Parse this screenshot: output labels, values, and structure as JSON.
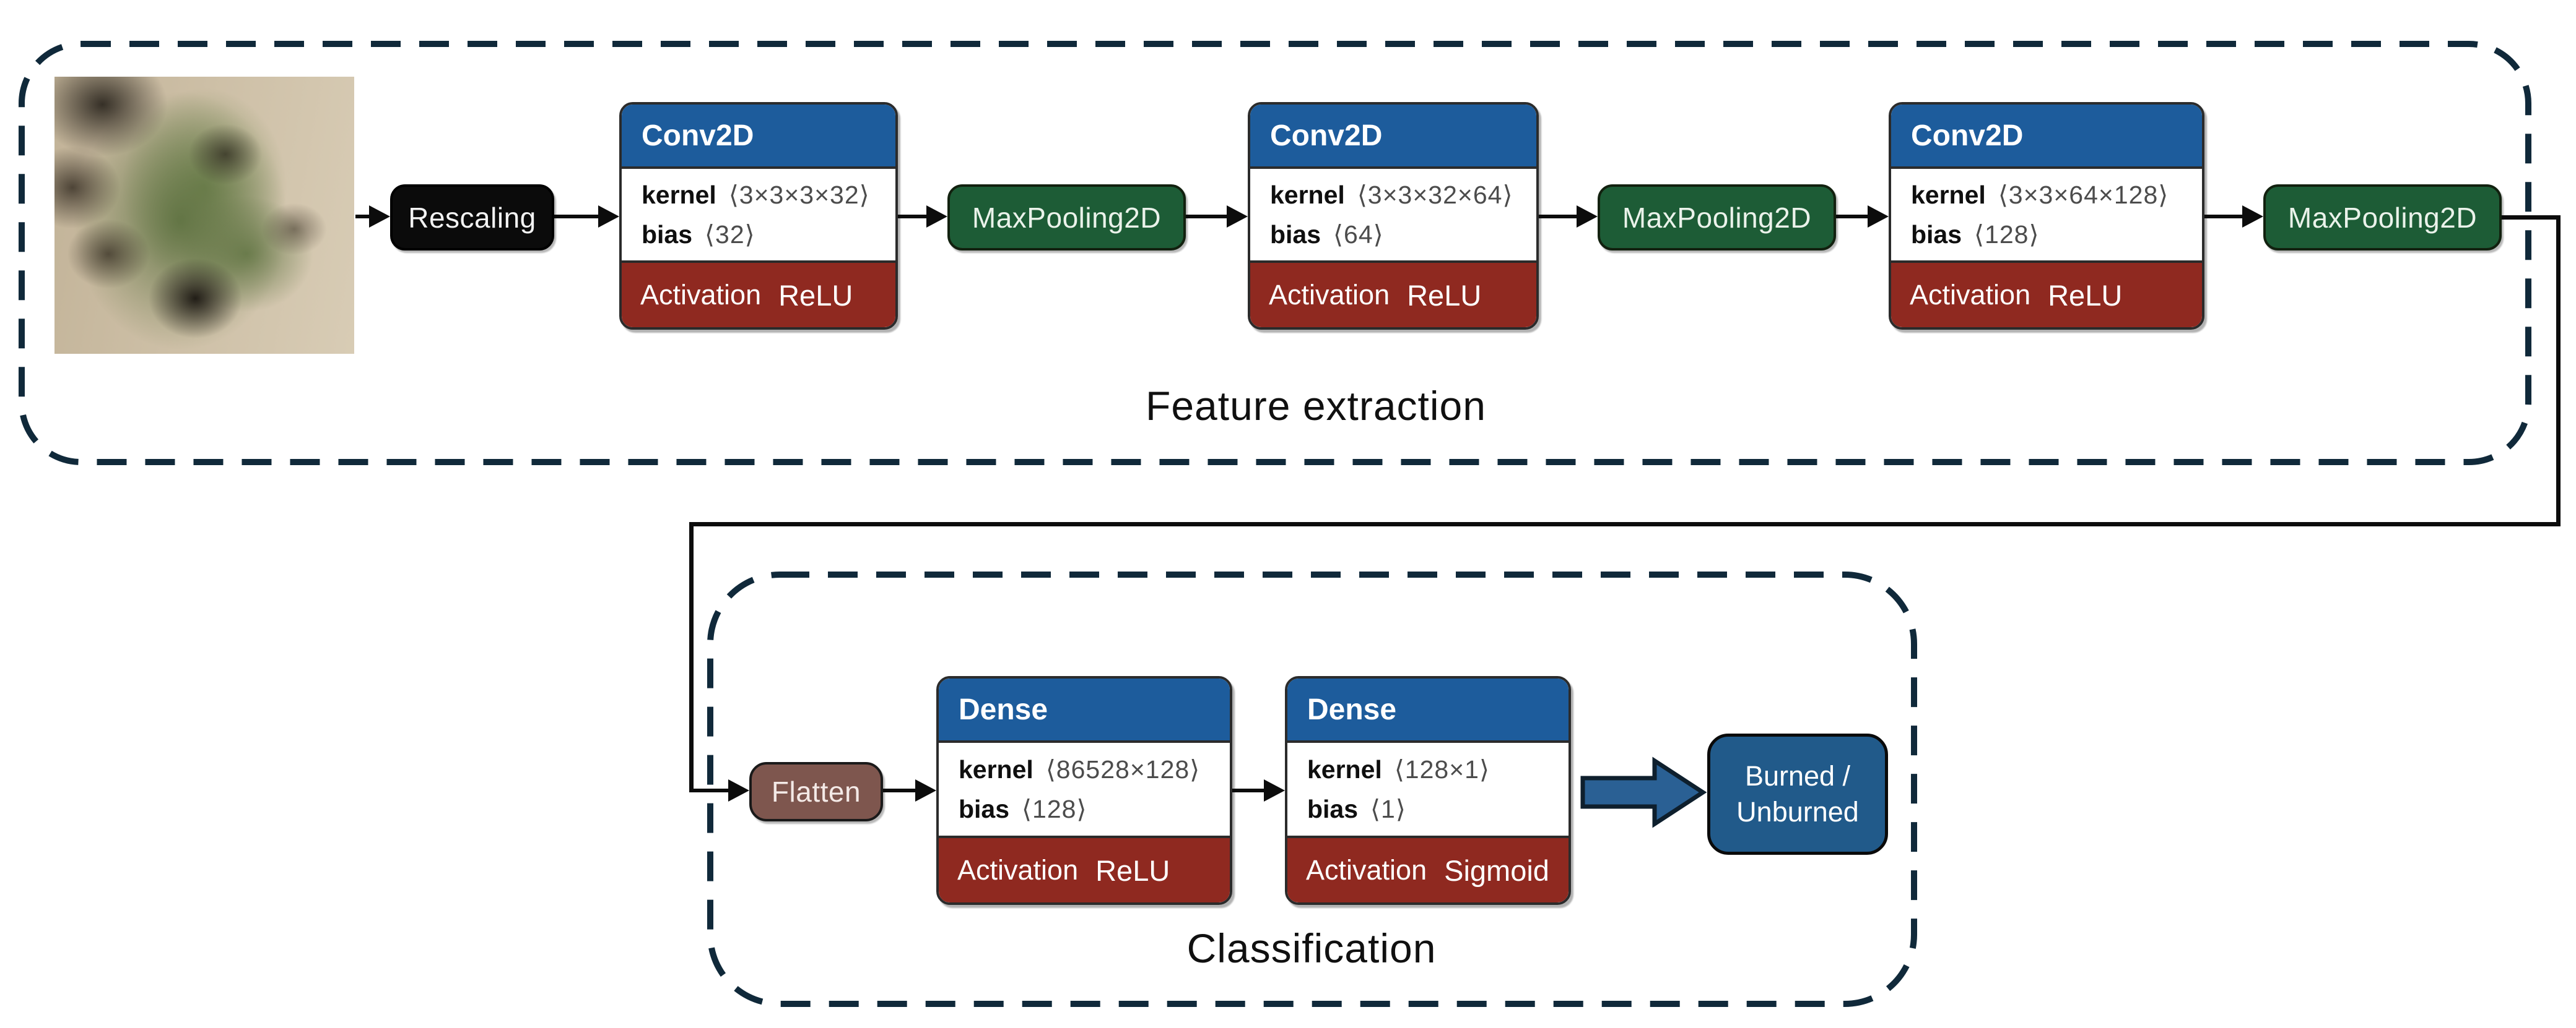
{
  "sections": {
    "feature_extraction": {
      "label": "Feature extraction"
    },
    "classification": {
      "label": "Classification"
    }
  },
  "nodes": {
    "rescaling": {
      "label": "Rescaling"
    },
    "conv1": {
      "title": "Conv2D",
      "kernel_label": "kernel",
      "kernel_value": "⟨3×3×3×32⟩",
      "bias_label": "bias",
      "bias_value": "⟨32⟩",
      "activation_label": "Activation",
      "activation_value": "ReLU"
    },
    "maxpool1": {
      "label": "MaxPooling2D"
    },
    "conv2": {
      "title": "Conv2D",
      "kernel_label": "kernel",
      "kernel_value": "⟨3×3×32×64⟩",
      "bias_label": "bias",
      "bias_value": "⟨64⟩",
      "activation_label": "Activation",
      "activation_value": "ReLU"
    },
    "maxpool2": {
      "label": "MaxPooling2D"
    },
    "conv3": {
      "title": "Conv2D",
      "kernel_label": "kernel",
      "kernel_value": "⟨3×3×64×128⟩",
      "bias_label": "bias",
      "bias_value": "⟨128⟩",
      "activation_label": "Activation",
      "activation_value": "ReLU"
    },
    "maxpool3": {
      "label": "MaxPooling2D"
    },
    "flatten": {
      "label": "Flatten"
    },
    "dense1": {
      "title": "Dense",
      "kernel_label": "kernel",
      "kernel_value": "⟨86528×128⟩",
      "bias_label": "bias",
      "bias_value": "⟨128⟩",
      "activation_label": "Activation",
      "activation_value": "ReLU"
    },
    "dense2": {
      "title": "Dense",
      "kernel_label": "kernel",
      "kernel_value": "⟨128×1⟩",
      "bias_label": "bias",
      "bias_value": "⟨1⟩",
      "activation_label": "Activation",
      "activation_value": "Sigmoid"
    },
    "output": {
      "line1": "Burned /",
      "line2": "Unburned"
    }
  },
  "colors": {
    "header_blue": "#1d5c9c",
    "pool_green": "#1d5c36",
    "activation_red": "#8f2920",
    "rescaling_black": "#0b0b0b",
    "flatten_brown": "#7e564e",
    "output_blue": "#215a8a",
    "arrow_blue": "#2a6094",
    "dashed_border": "#10293a",
    "connector_black": "#0c0c0c"
  }
}
